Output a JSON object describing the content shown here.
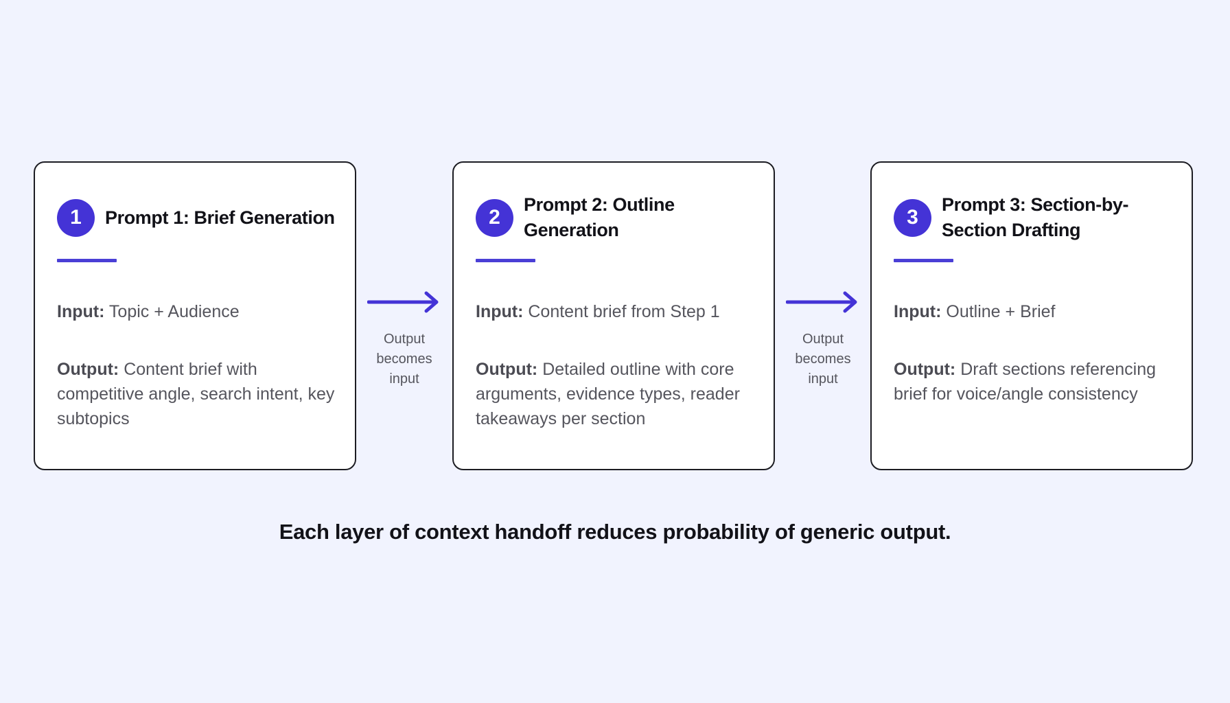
{
  "colors": {
    "background": "#f1f3fe",
    "accent": "#4433d6",
    "card_background": "#ffffff",
    "card_border": "#1c1c22"
  },
  "steps": [
    {
      "number": "1",
      "title": "Prompt 1: Brief Generation",
      "input_label": "Input:",
      "input_text": "Topic + Audience",
      "output_label": "Output:",
      "output_text": "Content brief with competitive angle, search intent, key subtopics"
    },
    {
      "number": "2",
      "title": "Prompt 2: Outline Generation",
      "input_label": "Input:",
      "input_text": "Content brief from Step 1",
      "output_label": "Output:",
      "output_text": "Detailed outline with core arguments, evidence types, reader takeaways per section"
    },
    {
      "number": "3",
      "title": "Prompt 3: Section-by-Section Drafting",
      "input_label": "Input:",
      "input_text": "Outline + Brief",
      "output_label": "Output:",
      "output_text": "Draft sections referencing brief for voice/angle consistency"
    }
  ],
  "connectors": [
    {
      "icon": "arrow-right-icon",
      "label": "Output\nbecomes\ninput"
    },
    {
      "icon": "arrow-right-icon",
      "label": "Output\nbecomes\ninput"
    }
  ],
  "caption": "Each layer of context handoff reduces probability of generic output."
}
